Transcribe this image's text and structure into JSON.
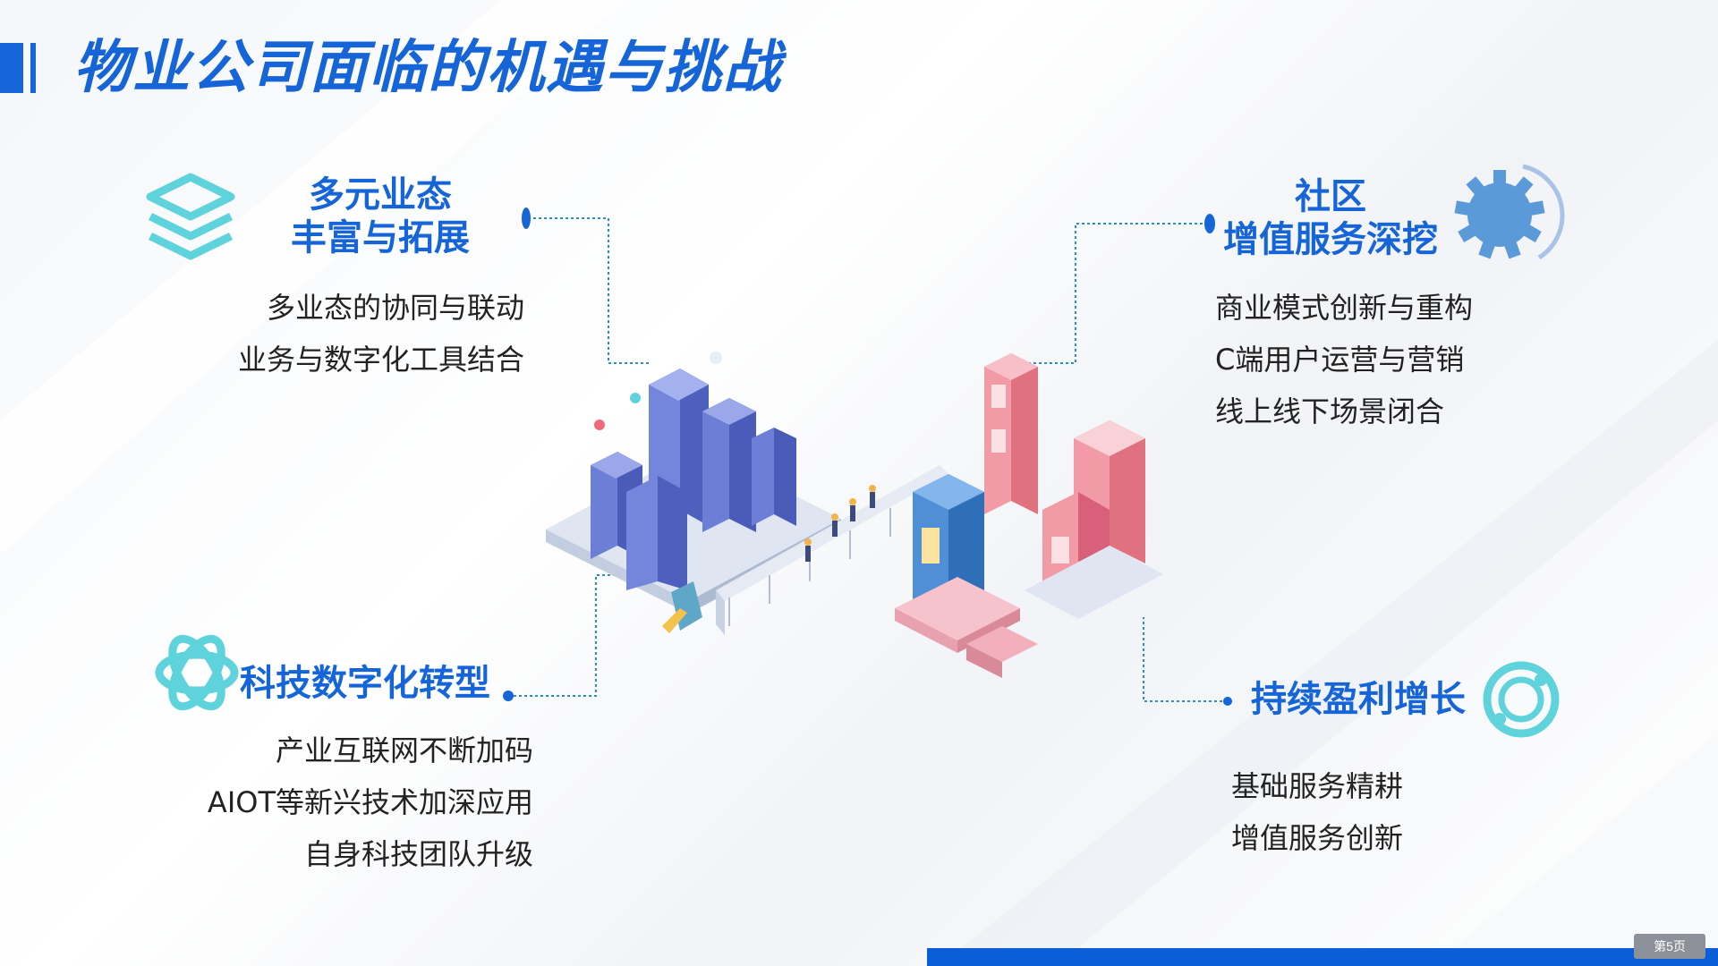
{
  "slide": {
    "title": "物业公司面临的机遇与挑战",
    "page_label": "第5页",
    "accent_color": "#1565d8",
    "teal_color": "#5fd3dc"
  },
  "quadrants": {
    "top_left": {
      "icon": "layers-icon",
      "heading_line1": "多元业态",
      "heading_line2": "丰富与拓展",
      "items": [
        "多业态的协同与联动",
        "业务与数字化工具结合"
      ]
    },
    "top_right": {
      "icon": "gear-icon",
      "heading_line1": "社区",
      "heading_line2": "增值服务深挖",
      "items": [
        "商业模式创新与重构",
        "C端用户运营与营销",
        "线上线下场景闭合"
      ]
    },
    "bottom_left": {
      "icon": "atom-icon",
      "heading_line1": "科技数字化转型",
      "items": [
        "产业互联网不断加码",
        "AIOT等新兴技术加深应用",
        "自身科技团队升级"
      ]
    },
    "bottom_right": {
      "icon": "target-ring-icon",
      "heading_line1": "持续盈利增长",
      "items": [
        "基础服务精耕",
        "增值服务创新"
      ]
    }
  }
}
